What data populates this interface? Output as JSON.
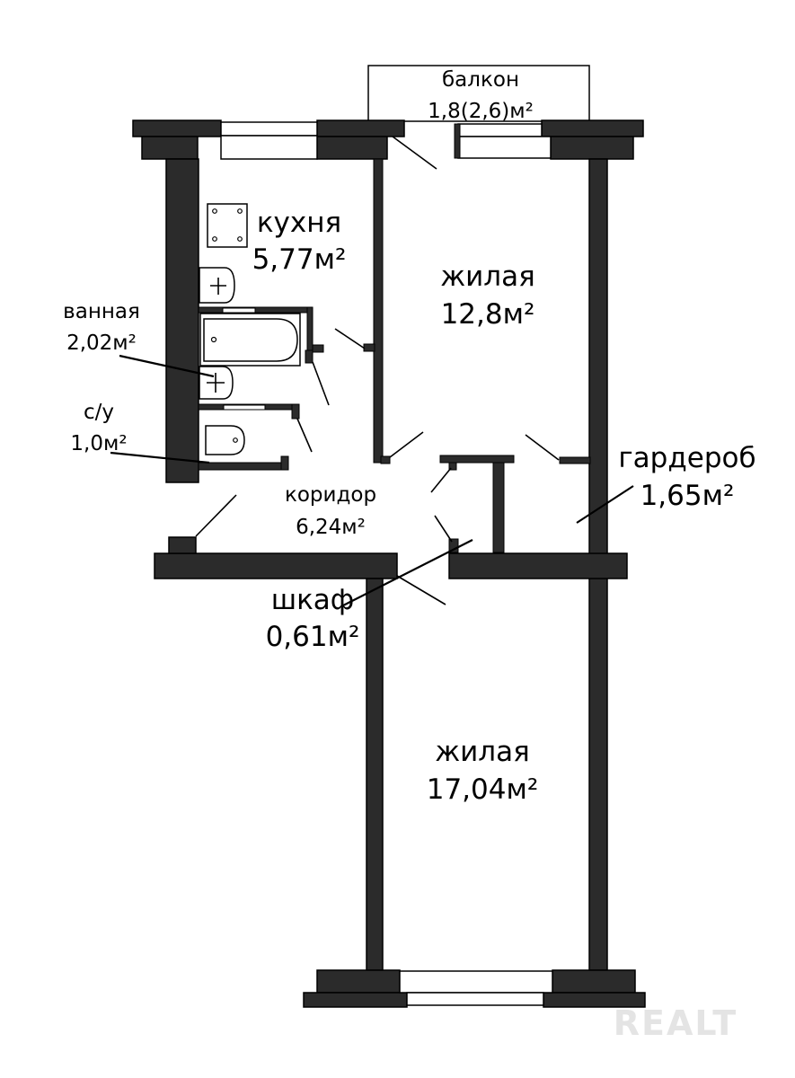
{
  "rooms": {
    "balcony": {
      "name": "балкон",
      "area": "1,8(2,6)м²"
    },
    "kitchen": {
      "name": "кухня",
      "area": "5,77м²"
    },
    "living1": {
      "name": "жилая",
      "area": "12,8м²"
    },
    "bathroom": {
      "name": "ванная",
      "area": "2,02м²"
    },
    "toilet": {
      "name": "с/у",
      "area": "1,0м²"
    },
    "wardrobe": {
      "name": "гардероб",
      "area": "1,65м²"
    },
    "corridor": {
      "name": "коридор",
      "area": "6,24м²"
    },
    "closet": {
      "name": "шкаф",
      "area": "0,61м²"
    },
    "living2": {
      "name": "жилая",
      "area": "17,04м²"
    }
  },
  "watermark": "REALT"
}
